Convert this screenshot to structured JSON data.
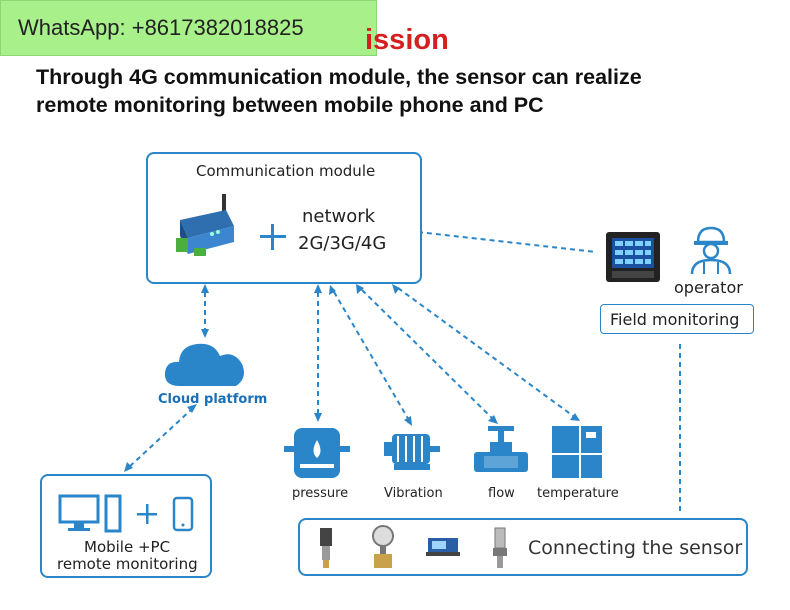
{
  "watermark": "WhatsApp: +8617382018825",
  "title_partial": "ission",
  "subtitle_lines": [
    "Through 4G communication module, the sensor can realize",
    "remote monitoring between mobile phone and PC"
  ],
  "comm_module": {
    "title": "Communication module",
    "network_label": "network",
    "network_types": "2G/3G/4G"
  },
  "cloud_label": "Cloud platform",
  "remote_box": {
    "line1": "Mobile +PC",
    "line2": "remote monitoring"
  },
  "field": {
    "operator_label": "operator",
    "field_label": "Field monitoring"
  },
  "sensors": [
    "pressure",
    "Vibration",
    "flow",
    "temperature"
  ],
  "sensor_box_label": "Connecting the sensor",
  "colors": {
    "accent_blue": "#2a86c8",
    "title_red": "#d42020",
    "watermark_green": "#a8f08a"
  },
  "icons": [
    "router-icon",
    "plus-icon",
    "recorder-icon",
    "operator-icon",
    "cloud-icon",
    "desktop-pc-icon",
    "phone-icon",
    "pressure-tank-icon",
    "motor-icon",
    "valve-icon",
    "temperature-controller-icon",
    "pressure-sensor-icon",
    "flow-meter-icon",
    "transmitter-icon",
    "level-sensor-icon"
  ]
}
